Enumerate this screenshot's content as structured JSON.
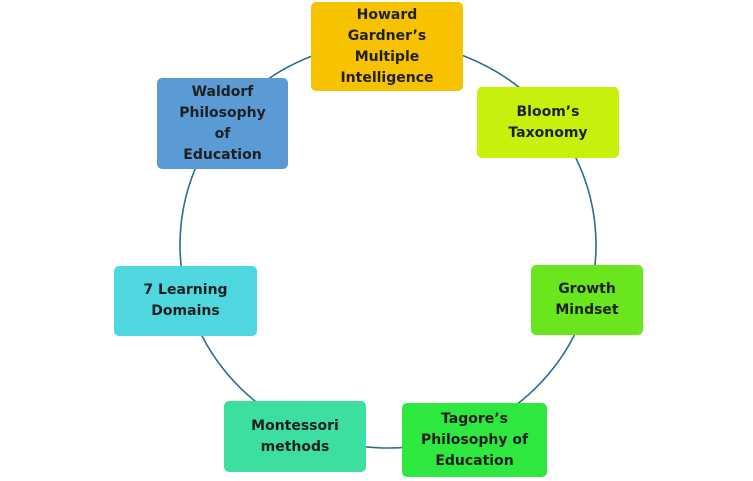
{
  "colors": {
    "ring": "#2b6f8f",
    "gardner": "#f7c200",
    "bloom": "#c7f00d",
    "growth": "#6ae61f",
    "tagore": "#2ee83f",
    "montessori": "#3ddfa1",
    "seven_domains": "#4ed7df",
    "waldorf": "#5a9bd5"
  },
  "nodes": {
    "gardner": "Howard\nGardner’s\nMultiple\nIntelligence",
    "bloom": "Bloom’s\nTaxonomy",
    "growth": "Growth\nMindset",
    "tagore": "Tagore’s\nPhilosophy of\nEducation",
    "montessori": "Montessori\nmethods",
    "seven_domains": "7 Learning\nDomains",
    "waldorf": "Waldorf\nPhilosophy\nof\nEducation"
  }
}
